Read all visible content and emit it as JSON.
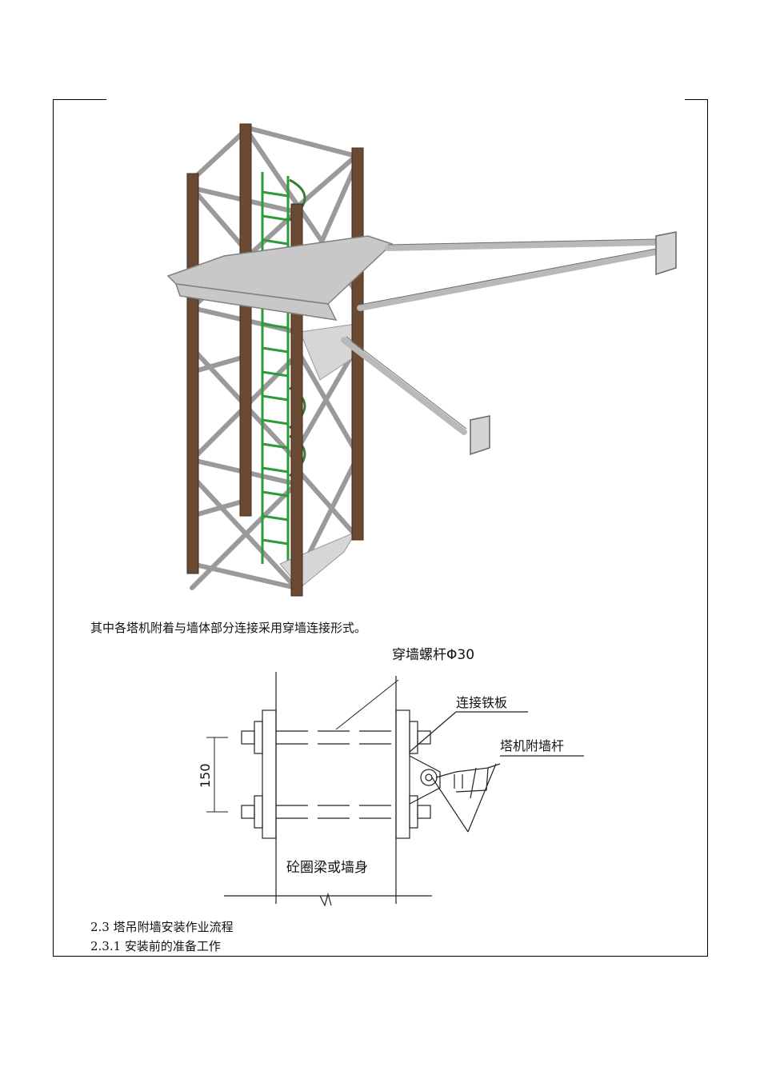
{
  "body_text": {
    "attachment_note": "其中各塔机附着与墙体部分连接采用穿墙连接形式。",
    "section_2_3": "2.3 塔吊附墙安装作业流程",
    "section_2_3_1": "2.3.1 安装前的准备工作"
  },
  "diagram": {
    "bolt_label": "穿墙螺杆Φ30",
    "plate_label": "连接铁板",
    "rod_label": "塔机附墙杆",
    "spacing_label": "150",
    "wall_label": "砼圈梁或墙身"
  }
}
